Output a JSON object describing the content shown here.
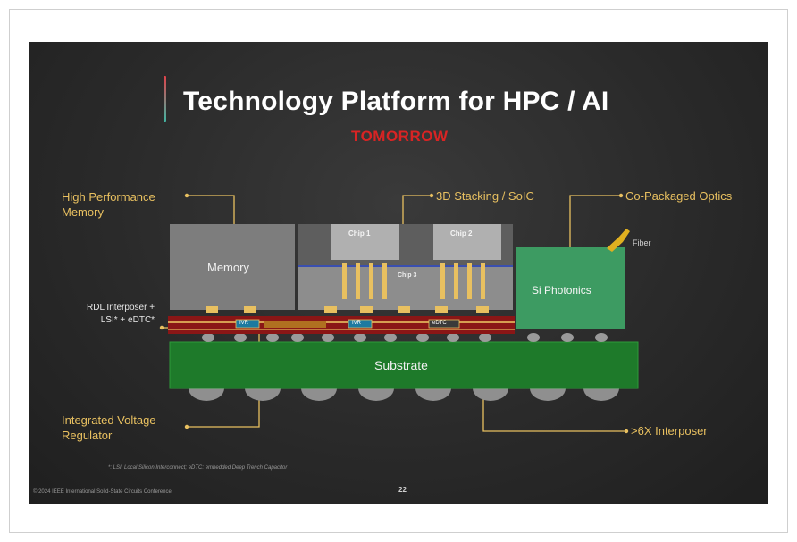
{
  "slide": {
    "title": "Technology Platform for HPC / AI",
    "subtitle": "TOMORROW",
    "labels": {
      "high_performance_memory": "High Performance\nMemory",
      "stacking": "3D Stacking / SoIC",
      "co_packaged_optics": "Co-Packaged Optics",
      "rdl_interposer": "RDL Interposer +\nLSI* + eDTC*",
      "integrated_voltage_regulator": "Integrated Voltage\nRegulator",
      "interposer_6x": ">6X Interposer",
      "fiber": "Fiber"
    },
    "blocks": {
      "memory": "Memory",
      "chip1": "Chip 1",
      "chip2": "Chip 2",
      "chip3": "Chip 3",
      "si_photonics": "Si Photonics",
      "substrate": "Substrate",
      "ivr1": "IVR",
      "ivr2": "IVR",
      "edtc": "eDTC"
    },
    "footnote": "*: LSI: Local Silicon Interconnect; eDTC: embedded Deep Trench Capacitor",
    "footer": "© 2024 IEEE International Solid-State Circuits Conference",
    "page_number": "22"
  },
  "colors": {
    "accent_gold": "#e8c060",
    "title_red": "#d82424",
    "substrate_green": "#1e7a2a",
    "photonics_green": "#3d9b62",
    "interposer_red": "#8a1616"
  }
}
